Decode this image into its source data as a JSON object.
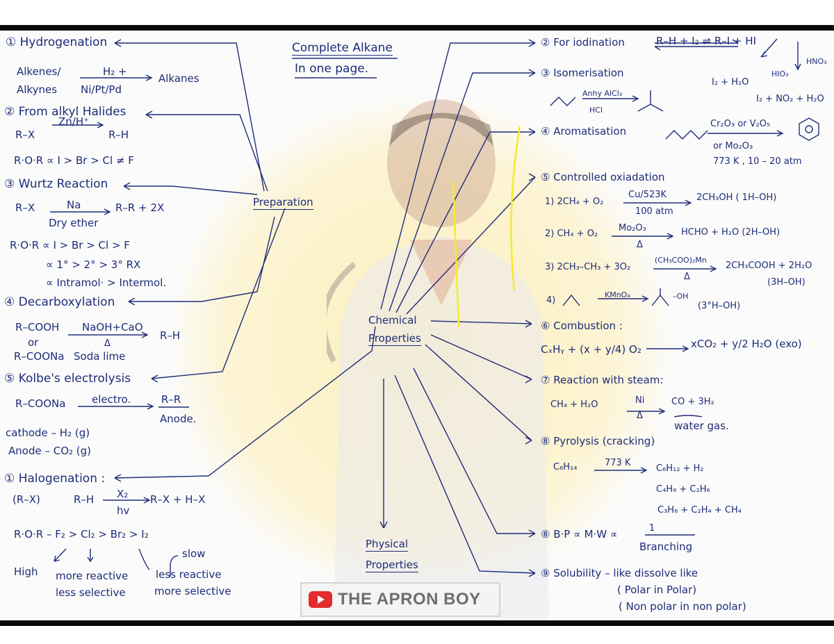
{
  "title": {
    "line1": "Complete Alkane",
    "line2": "In one page."
  },
  "hubs": {
    "preparation": "Preparation",
    "chemical1": "Chemical",
    "chemical2": "Properties",
    "physical1": "Physical",
    "physical2": "Properties"
  },
  "preparation": {
    "hydrogenation": {
      "heading": "① Hydrogenation",
      "l1": "Alkenes/",
      "l2": "Alkynes",
      "reagent": "H₂ +",
      "cat": "Ni/Pt/Pd",
      "product": "Alkanes"
    },
    "alkyl_halides": {
      "heading": "② From alkyl Halides",
      "reactant": "R–X",
      "reagent": "Zn/H⁺",
      "product": "R–H",
      "ror": "R·O·R ∝ I > Br > Cl ≠ F"
    },
    "wurtz": {
      "heading": "③ Wurtz Reaction",
      "reactant": "R–X",
      "reagent": "Na",
      "cond": "Dry ether",
      "product": "R–R + 2X",
      "ror1": "R·O·R ∝ I > Br > Cl > F",
      "ror2": "∝ 1° > 2° > 3° RX",
      "ror3": "∝ Intramol· > Intermol."
    },
    "decarboxylation": {
      "heading": "④ Decarboxylation",
      "r1": "R–COOH",
      "or": "or",
      "r2": "R–COONa",
      "reagent": "NaOH+CaO",
      "delta": "Δ",
      "lime": "Soda lime",
      "product": "R–H"
    },
    "kolbe": {
      "heading": "⑤ Kolbe's electrolysis",
      "reactant": "R–COONa",
      "reagent": "electro.",
      "product": "R–R",
      "at": "Anode.",
      "cathode": "cathode – H₂ (g)",
      "anode": "Anode – CO₂ (g)"
    }
  },
  "halogenation": {
    "heading": "① Halogenation :",
    "rx": "(R–X)",
    "reactant": "R–H",
    "reagent": "X₂",
    "cond": "hv",
    "product": "R–X + H–X",
    "ror": "R·O·R – F₂ > Cl₂ > Br₂ > I₂",
    "slow": "slow",
    "high": "High",
    "more_reactive": "more reactive",
    "less_selective": "less selective",
    "less_reactive": "less reactive",
    "more_selective": "more selective"
  },
  "chemical": {
    "iodination": {
      "heading": "② For iodination",
      "eq": "R–H + I₂ ⇌ R–I + HI",
      "hno3": "HNO₃",
      "hio3": "HIO₃",
      "i2h2o": "I₂ + H₂O",
      "no2": "I₂ + NO₂ + H₂O"
    },
    "isomerisation": {
      "heading": "③ Isomerisation",
      "reagent": "Anhy AlCl₃",
      "cond": "HCl"
    },
    "aromatisation": {
      "heading": "④ Aromatisation",
      "reagent": "Cr₂O₃ or V₂O₅",
      "or": "or Mo₂O₃",
      "cond": "773 K , 10 – 20 atm"
    },
    "oxidation": {
      "heading": "⑤ Controlled oxiadation",
      "e1a": "1) 2CH₄ + O₂",
      "e1r": "Cu/523K",
      "e1c": "100 atm",
      "e1p": "2CH₃OH  ( 1H–OH)",
      "e2a": "2) CH₄ + O₂",
      "e2r": "Mo₂O₃",
      "e2c": "Δ",
      "e2p": "HCHO + H₂O  (2H–OH)",
      "e3a": "3) 2CH₃–CH₃ + 3O₂",
      "e3r": "(CH₃COO)₂Mn",
      "e3c": "Δ",
      "e3p": "2CH₃COOH + 2H₂O",
      "e3n": "(3H–OH)",
      "e4a": "4)",
      "e4r": "KMnO₄",
      "e4oh": "–OH",
      "e4n": "(3°H–OH)"
    },
    "combustion": {
      "heading": "⑥ Combustion :",
      "eq": "CₓHᵧ + (x + y/4) O₂",
      "product": "xCO₂ + y/2 H₂O  (exo)"
    },
    "steam": {
      "heading": "⑦ Reaction with steam:",
      "reactant": "CH₄ + H₂O",
      "reagent": "Ni",
      "cond": "Δ",
      "product": "CO + 3H₂",
      "note": "water gas."
    },
    "pyrolysis": {
      "heading": "⑧ Pyrolysis (cracking)",
      "reactant": "C₆H₁₄",
      "reagent": "773 K",
      "p1": "C₆H₁₂ + H₂",
      "p2": "C₄H₈ + C₂H₆",
      "p3": "C₃H₆ + C₂H₄ + CH₄"
    }
  },
  "physical": {
    "bp": "⑧ B·P ∝ M·W ∝",
    "bp_num": "1",
    "bp_den": "Branching",
    "sol": "⑨ Solubility – like dissolve like",
    "sol1": "( Polar in Polar)",
    "sol2": "( Non polar in non polar)"
  },
  "logo": {
    "text": "THE APRON BOY"
  },
  "colors": {
    "ink": "#1e2c78",
    "highlight": "#f6ea2a",
    "glow": "#fcefb8"
  }
}
